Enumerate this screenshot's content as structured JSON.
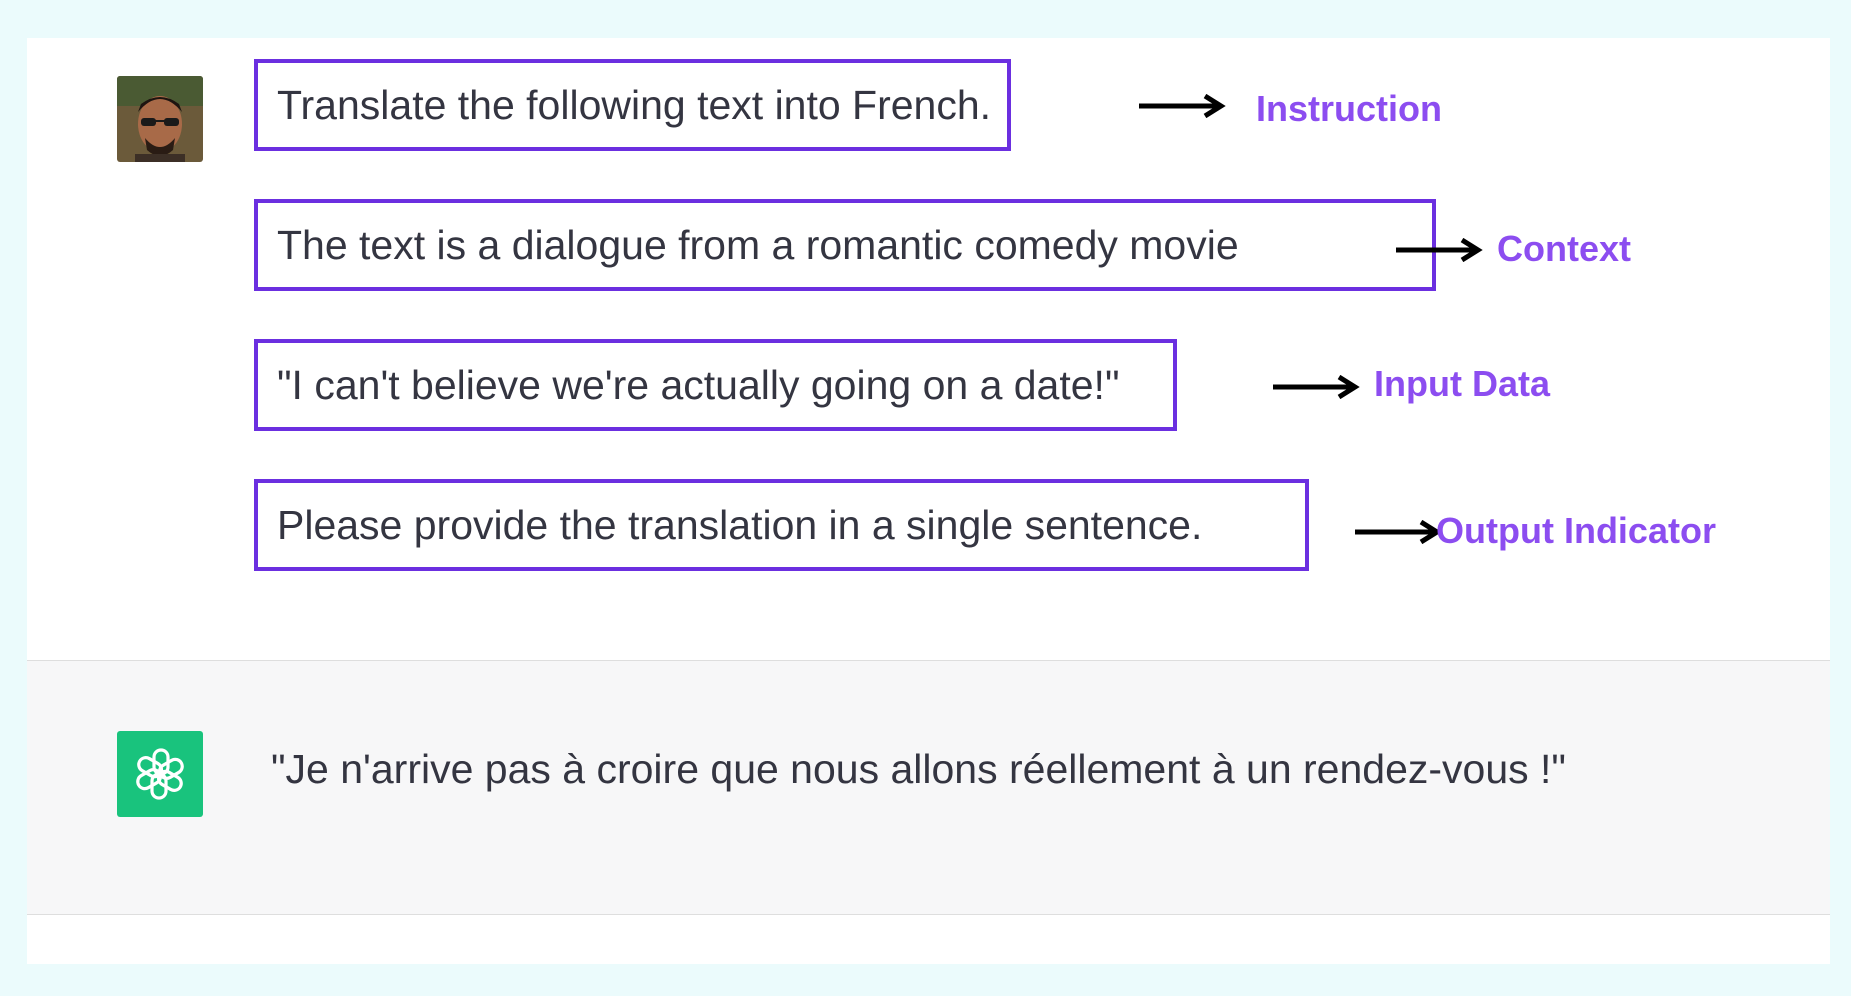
{
  "conversation": {
    "user_avatar_icon": "user-photo-avatar",
    "assistant_avatar_icon": "chatgpt-logo-icon",
    "brand_color": "#19c37d",
    "highlight_color": "#6b2fe0",
    "label_color": "#8c4df0",
    "prompt_parts": [
      {
        "text": "Translate the following text into French.",
        "label": "Instruction"
      },
      {
        "text": "The text is a dialogue from a romantic comedy movie",
        "label": "Context"
      },
      {
        "text": "\"I can't believe we're actually going on a date!\"",
        "label": "Input Data"
      },
      {
        "text": "Please provide the translation in a single sentence.",
        "label": "Output Indicator"
      }
    ],
    "response_text": "\"Je n'arrive pas à croire que nous allons réellement à un rendez-vous !\""
  }
}
